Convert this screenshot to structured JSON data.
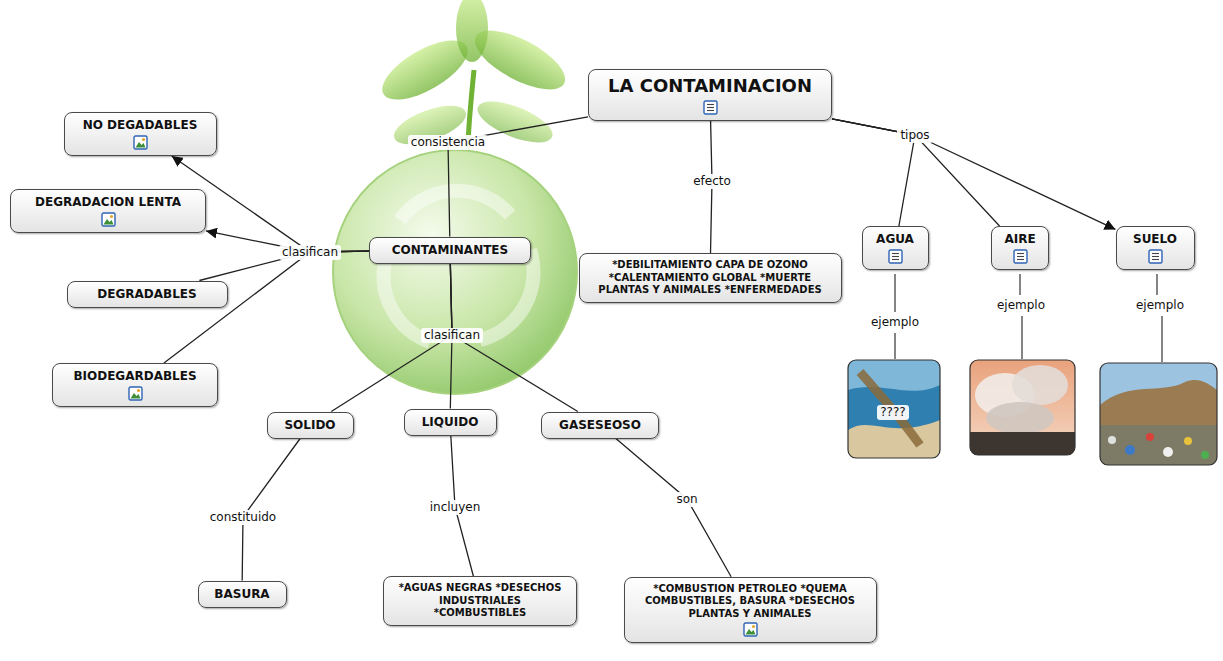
{
  "diagram": {
    "nodes": [
      {
        "text": [
          "LA CONTAMINACION"
        ]
      },
      {
        "text": [
          "NO DEGADABLES"
        ]
      },
      {
        "text": [
          "DEGRADACION LENTA"
        ]
      },
      {
        "text": [
          "CONTAMINANTES"
        ]
      },
      {
        "text": [
          "*DEBILITAMIENTO CAPA DE OZONO *CALENTAMIENTO GLOBAL *MUERTE PLANTAS Y ANIMALES *ENFERMEDADES"
        ]
      },
      {
        "text": [
          "AGUA"
        ]
      },
      {
        "text": [
          "AIRE"
        ]
      },
      {
        "text": [
          "SUELO"
        ]
      },
      {
        "text": [
          "DEGRADABLES"
        ]
      },
      {
        "text": [
          "BIODEGARDABLES"
        ]
      },
      {
        "text": [
          "SOLIDO"
        ]
      },
      {
        "text": [
          "LIQUIDO"
        ]
      },
      {
        "text": [
          "GASESEOSO"
        ]
      },
      {
        "text": [
          "BASURA"
        ]
      },
      {
        "text": [
          "*AGUAS NEGRAS *DESECHOS INDUSTRIALES *COMBUSTIBLES"
        ]
      },
      {
        "text": [
          "*COMBUSTION PETROLEO *QUEMA COMBUSTIBLES, BASURA *DESECHOS PLANTAS Y ANIMALES"
        ]
      }
    ],
    "edges": [
      {
        "from": 0,
        "to": 3,
        "label": "consistencia",
        "arrow": "none"
      },
      {
        "from": 0,
        "to": 4,
        "label": "efecto",
        "arrow": "none"
      },
      {
        "from": 0,
        "to": 5,
        "label": "tipos",
        "arrow": "none"
      },
      {
        "from": 0,
        "to": 6,
        "arrow": "none"
      },
      {
        "from": 0,
        "to": 7,
        "arrow": "to"
      },
      {
        "from": 3,
        "to": 1,
        "label": "clasifican",
        "arrow": "to"
      },
      {
        "from": 3,
        "to": 2,
        "arrow": "to"
      },
      {
        "from": 3,
        "to": 8,
        "arrow": "none"
      },
      {
        "from": 3,
        "to": 9,
        "arrow": "none"
      },
      {
        "from": 3,
        "to": 10,
        "label": "clasifican",
        "arrow": "none"
      },
      {
        "from": 3,
        "to": 11,
        "arrow": "none"
      },
      {
        "from": 3,
        "to": 12,
        "arrow": "none"
      },
      {
        "from": 10,
        "to": 13,
        "label": "constituido",
        "arrow": "none"
      },
      {
        "from": 11,
        "to": 14,
        "label": "incluyen",
        "arrow": "none"
      },
      {
        "from": 12,
        "to": 15,
        "label": "son",
        "arrow": "none"
      }
    ],
    "labels": [
      "ejemplo",
      "ejemplo",
      "ejemplo",
      "????"
    ]
  }
}
